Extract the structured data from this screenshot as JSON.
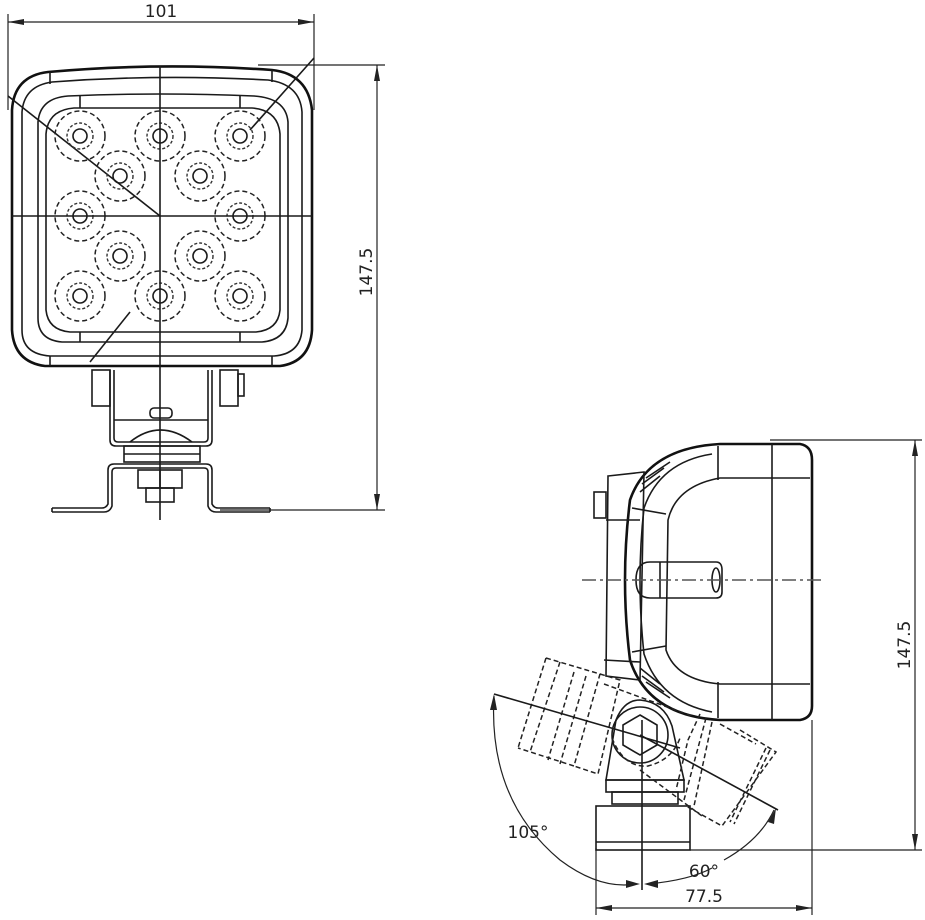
{
  "drawing": {
    "front_view": {
      "width_dim": "101",
      "height_dim": "147.5",
      "led_count": 12
    },
    "side_view": {
      "height_dim": "147.5",
      "depth_dim": "77.5",
      "tilt_back_angle": "105°",
      "tilt_forward_angle": "60°"
    }
  }
}
